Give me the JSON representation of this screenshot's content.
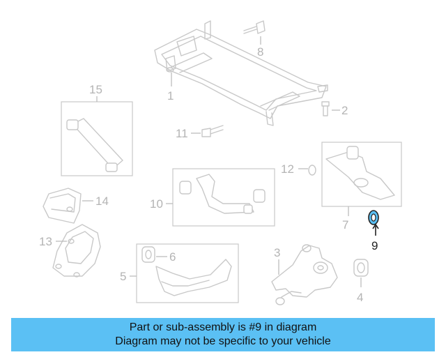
{
  "callouts": {
    "n1": "1",
    "n2": "2",
    "n3": "3",
    "n4": "4",
    "n5": "5",
    "n6": "6",
    "n7": "7",
    "n8": "8",
    "n9": "9",
    "n10": "10",
    "n11": "11",
    "n12": "12",
    "n13": "13",
    "n14": "14",
    "n15": "15"
  },
  "highlighted_part": "9",
  "colors": {
    "banner": "#5bc0f4",
    "parts": "#c8c8c8",
    "highlight": "#5bc0f4"
  },
  "caption": {
    "line1": "Part or sub-assembly is #9 in diagram",
    "line2": "Diagram may not be specific to your vehicle"
  }
}
